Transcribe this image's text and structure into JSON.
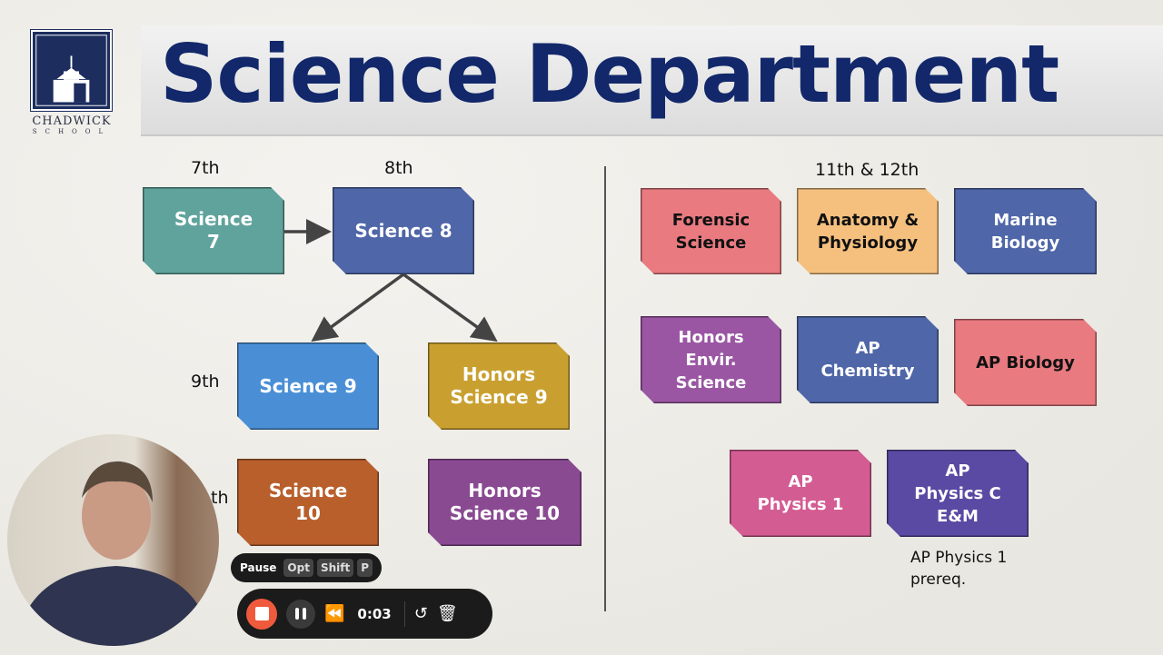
{
  "slide": {
    "title": "Science Department",
    "logo_name": "CHADWICK",
    "logo_sub": "SCHOOL",
    "grades": {
      "g7": "7th",
      "g8": "8th",
      "g9": "9th",
      "g10": "th",
      "g1112": "11th & 12th"
    },
    "courses": {
      "sci7": "Science\n7",
      "sci8": "Science 8",
      "sci9": "Science 9",
      "hsci9": "Honors\nScience 9",
      "sci10": "Science\n10",
      "hsci10": "Honors\nScience 10",
      "forensic": "Forensic\nScience",
      "anatomy": "Anatomy &\nPhysiology",
      "marine": "Marine\nBiology",
      "envir": "Honors\nEnvir.\nScience",
      "apchem": "AP\nChemistry",
      "apbio": "AP Biology",
      "apphys1": "AP\nPhysics 1",
      "apphysc": "AP\nPhysics C\nE&M"
    },
    "note": "AP Physics 1\nprereq.",
    "colors": {
      "title": "#12286a",
      "teal": "#5fa39c",
      "blue": "#4f66a8",
      "lightblue": "#4a8fd6",
      "gold": "#c9a030",
      "orange": "#b85f2c",
      "purple": "#8a4a92",
      "pink": "#e87a80",
      "peach": "#f5c07e",
      "pinkpurple": "#d35c93",
      "violet": "#5a4aa3"
    }
  },
  "recorder": {
    "hint_label": "Pause",
    "keys": [
      "Opt",
      "Shift",
      "P"
    ],
    "time": "0:03"
  }
}
